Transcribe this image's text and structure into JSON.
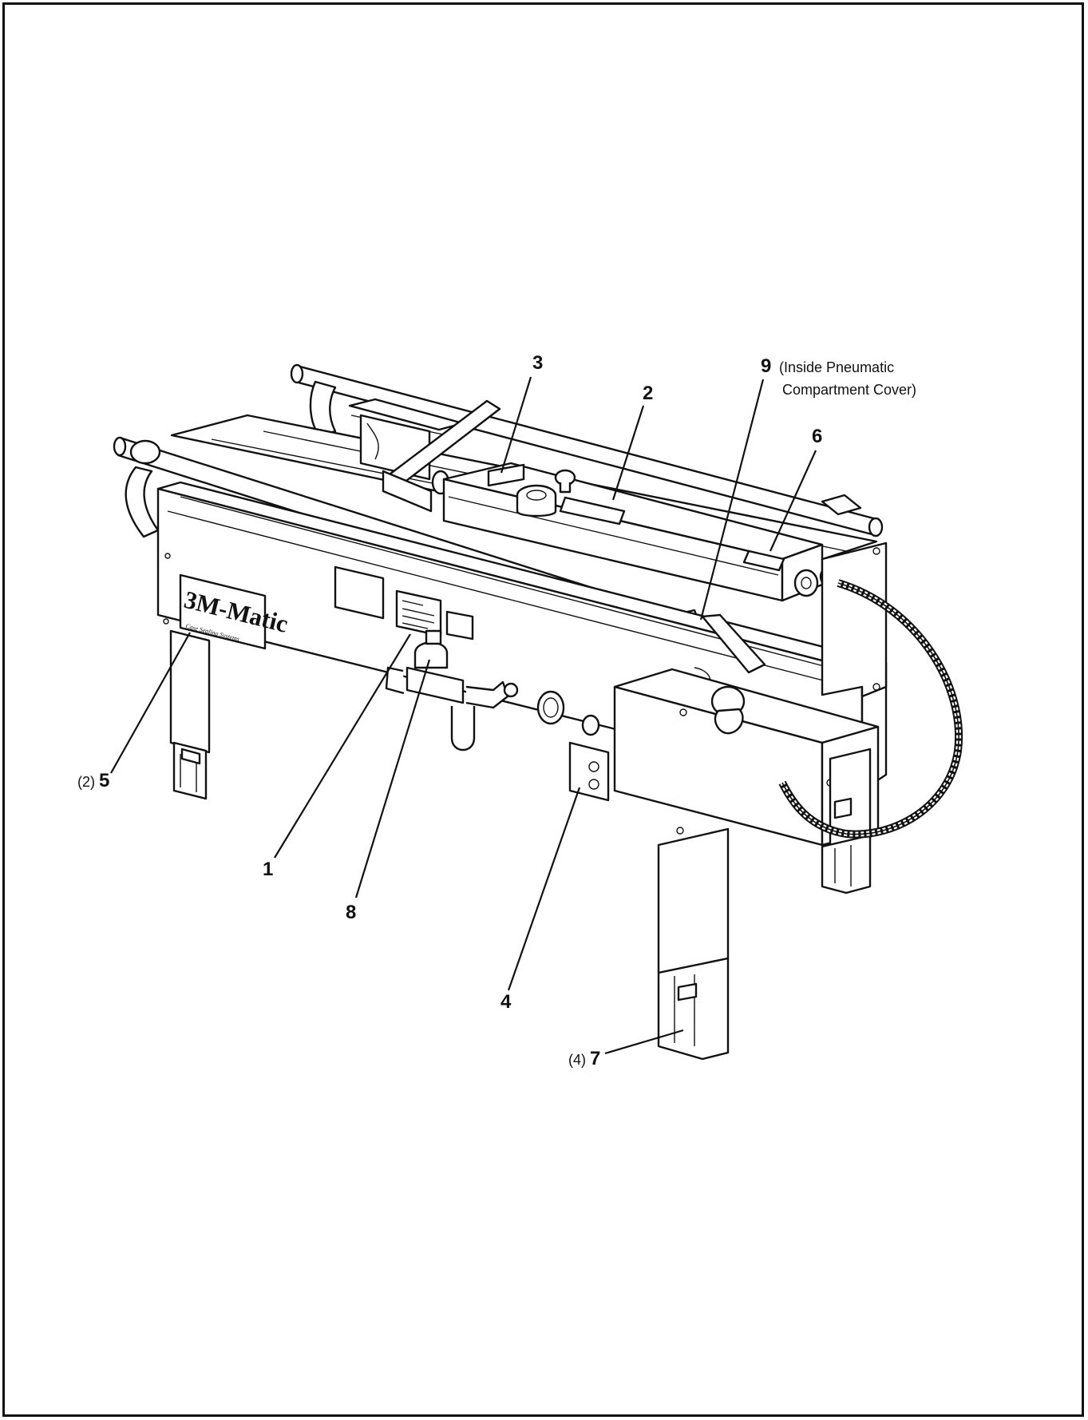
{
  "machine": {
    "brand_logo": "3M-Matic",
    "brand_tagline": "Case Sealing Systems"
  },
  "callouts": [
    {
      "id": "1",
      "number": "1",
      "quantity": "",
      "note": ""
    },
    {
      "id": "2",
      "number": "2",
      "quantity": "",
      "note": ""
    },
    {
      "id": "3",
      "number": "3",
      "quantity": "",
      "note": ""
    },
    {
      "id": "4",
      "number": "4",
      "quantity": "",
      "note": ""
    },
    {
      "id": "5",
      "number": "5",
      "quantity": "(2)",
      "note": ""
    },
    {
      "id": "6",
      "number": "6",
      "quantity": "",
      "note": ""
    },
    {
      "id": "7",
      "number": "7",
      "quantity": "(4)",
      "note": ""
    },
    {
      "id": "8",
      "number": "8",
      "quantity": "",
      "note": ""
    },
    {
      "id": "9",
      "number": "9",
      "quantity": "",
      "note_line1": "(Inside Pneumatic",
      "note_line2": "Compartment Cover)"
    }
  ]
}
